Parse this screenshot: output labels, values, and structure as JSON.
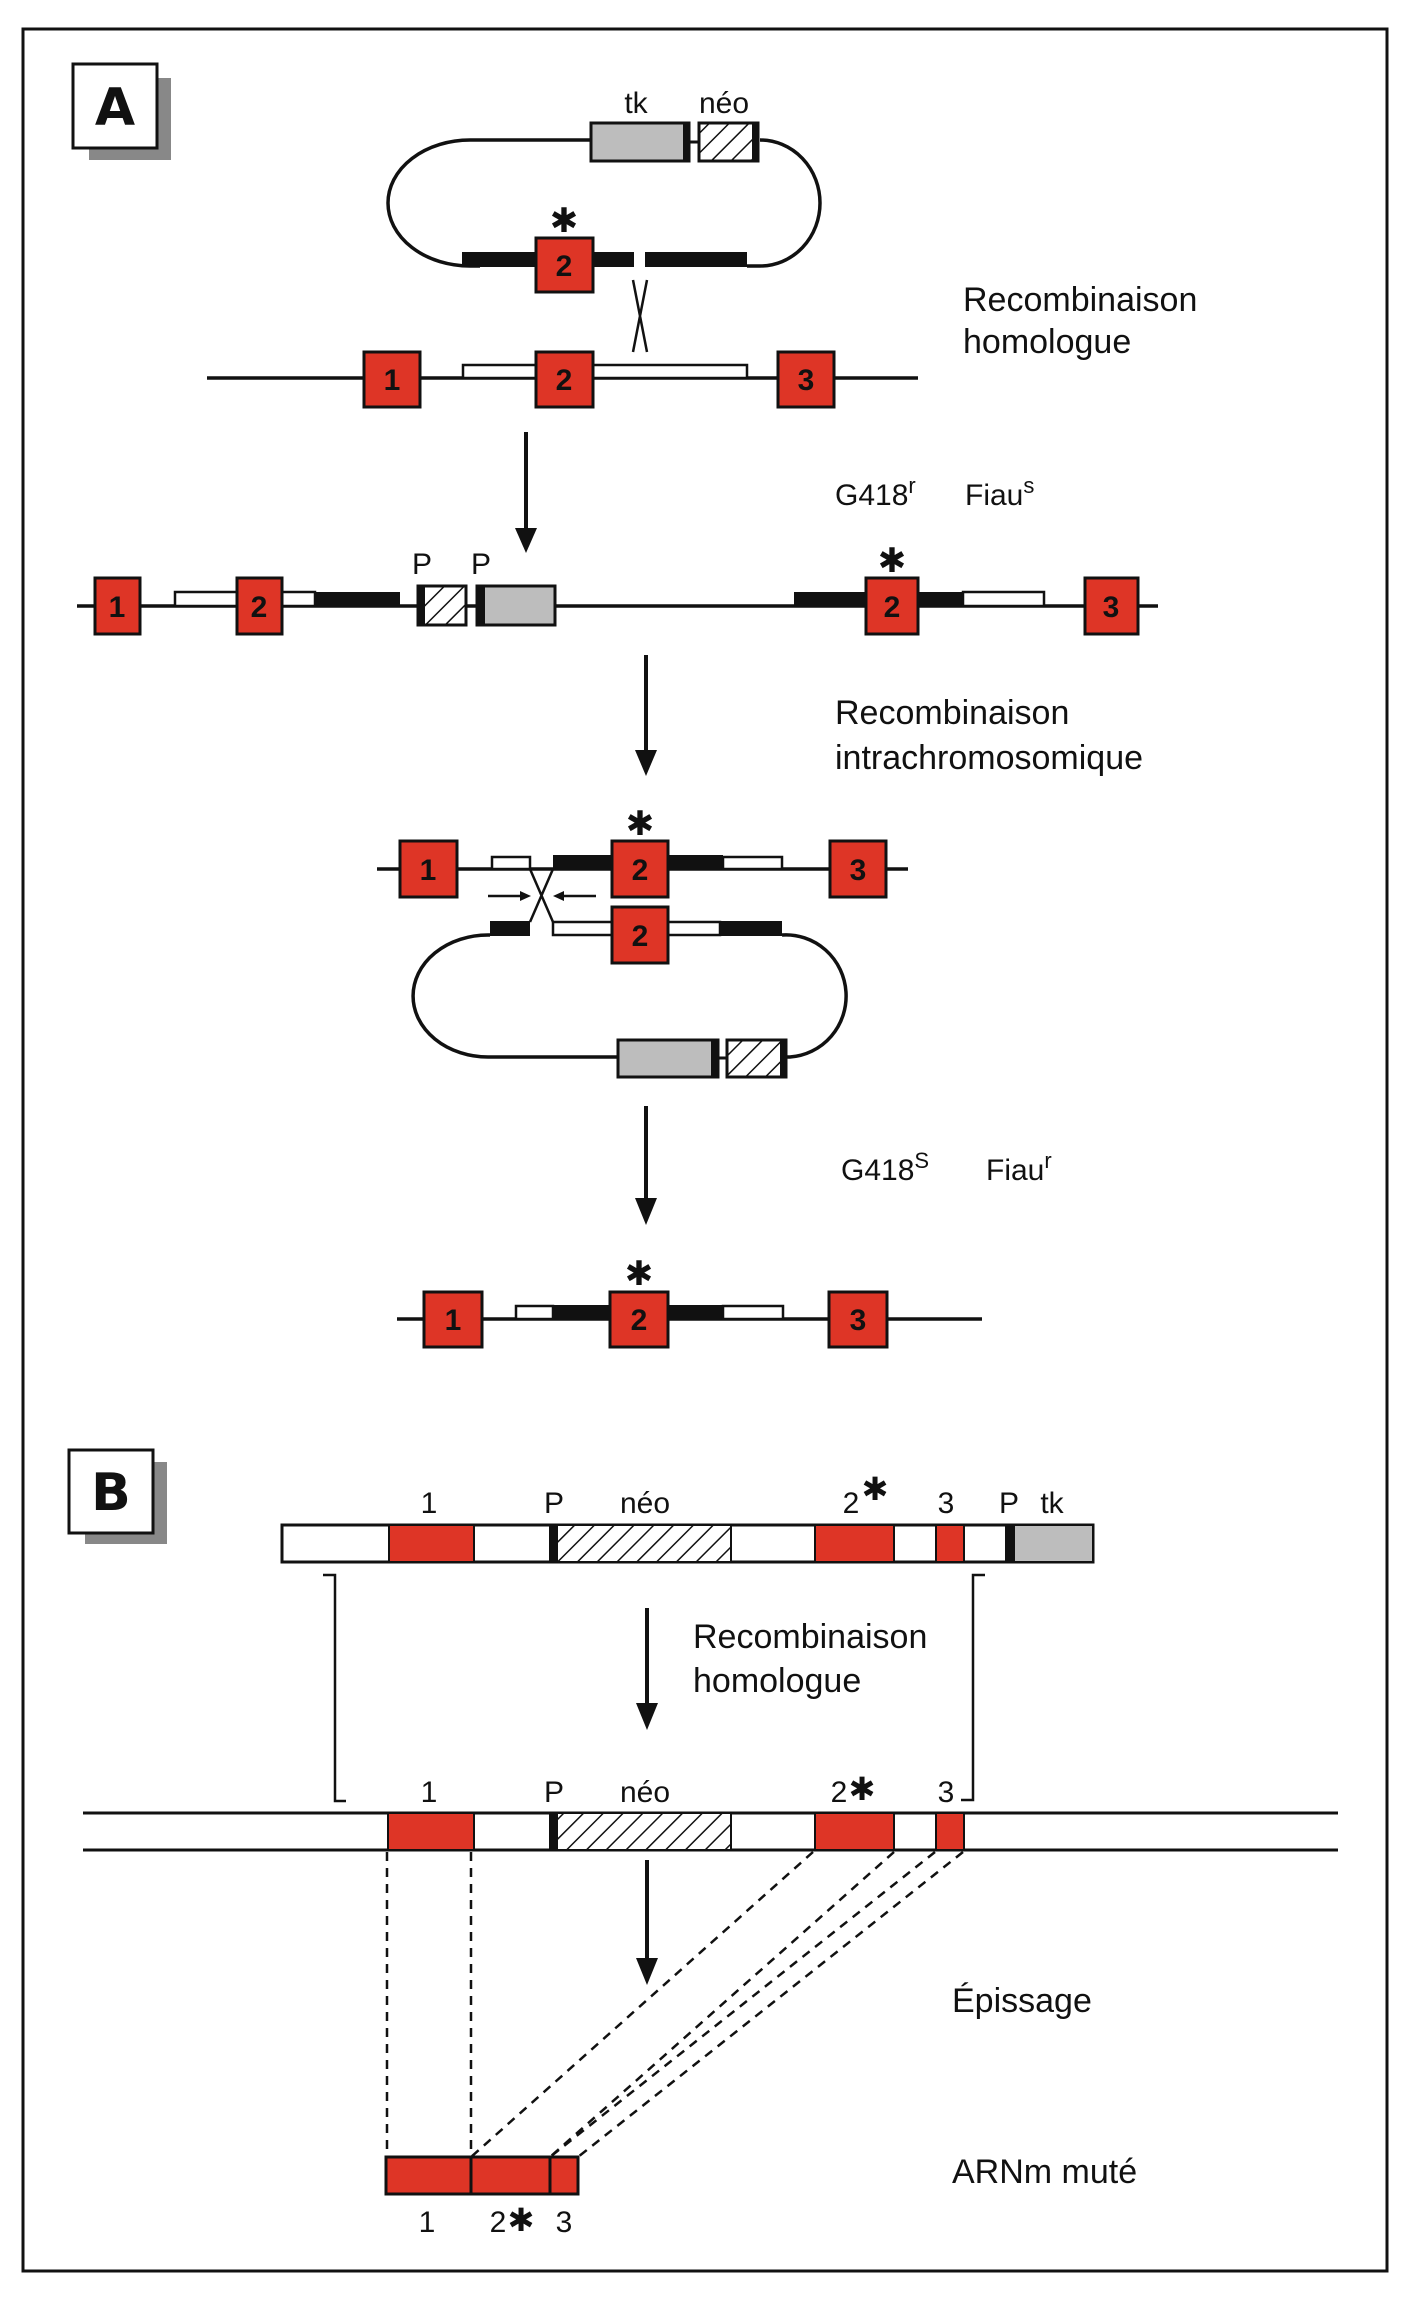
{
  "colors": {
    "exon": "#de3526",
    "grey_box": "#bdbdbd",
    "stroke": "#111111",
    "shadow": "#888888"
  },
  "panel_a": {
    "label": "A",
    "plasmid_labels": {
      "tk": "tk",
      "neo": "néo"
    },
    "step1_label_line1": "Recombinaison",
    "step1_label_line2": "homologue",
    "selection1": {
      "g418": "G418",
      "g418_sup": "r",
      "fiau": "Fiau",
      "fiau_sup": "s"
    },
    "promoter_label": "P",
    "step2_label_line1": "Recombinaison",
    "step2_label_line2": "intrachromosomique",
    "selection2": {
      "g418": "G418",
      "g418_sup": "S",
      "fiau": "Fiau",
      "fiau_sup": "r"
    },
    "exons": [
      "1",
      "2",
      "3"
    ],
    "mutation_mark": "✱"
  },
  "panel_b": {
    "label": "B",
    "construct_labels": {
      "exon1": "1",
      "p1": "P",
      "neo": "néo",
      "exon2": "2",
      "exon3": "3",
      "p2": "P",
      "tk": "tk"
    },
    "step1_label_line1": "Recombinaison",
    "step1_label_line2": "homologue",
    "genome_labels": {
      "exon1": "1",
      "p1": "P",
      "neo": "néo",
      "exon2": "2",
      "exon3": "3"
    },
    "step2_label": "Épissage",
    "mrna_label": "ARNm muté",
    "mrna_exons": {
      "e1": "1",
      "e2": "2",
      "e3": "3"
    },
    "mutation_mark": "✱"
  }
}
